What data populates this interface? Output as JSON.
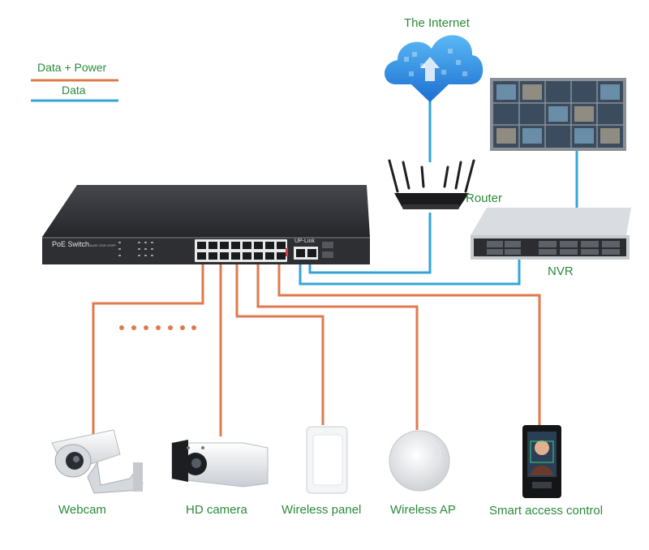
{
  "legend": {
    "power_label": "Data + Power",
    "data_label": "Data",
    "power_color": "#e07a4c",
    "data_color": "#33a4d6"
  },
  "nodes": {
    "internet": "The Internet",
    "router": "Router",
    "nvr": "NVR",
    "switch_name": "PoE Switch",
    "switch_model": "16GE+2GE+2SFP",
    "uplink": "UP-Link",
    "webcam": "Webcam",
    "hd_camera": "HD camera",
    "wireless_panel": "Wireless panel",
    "wireless_ap": "Wireless AP",
    "smart_access": "Smart access control"
  },
  "colors": {
    "label_text": "#2a8a3a",
    "switch_body": "#2e2f33",
    "cloud": "#2f8fe0"
  }
}
